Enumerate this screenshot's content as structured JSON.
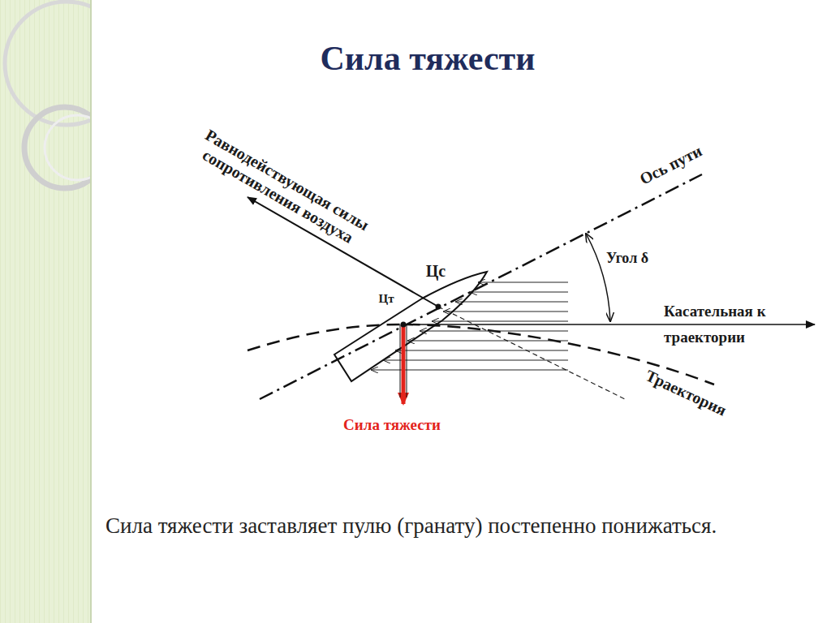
{
  "diagram": {
    "title": "Сила тяжести",
    "caption": "Сила тяжести заставляет пулю (гранату) постепенно понижаться.",
    "labels": [
      "Равнодействующая силы сопротивления воздуха",
      "Ось пути",
      "Цс",
      "Цт",
      "Угол δ",
      "Касательная к траектории",
      "Траектория",
      "Сила тяжести"
    ]
  }
}
